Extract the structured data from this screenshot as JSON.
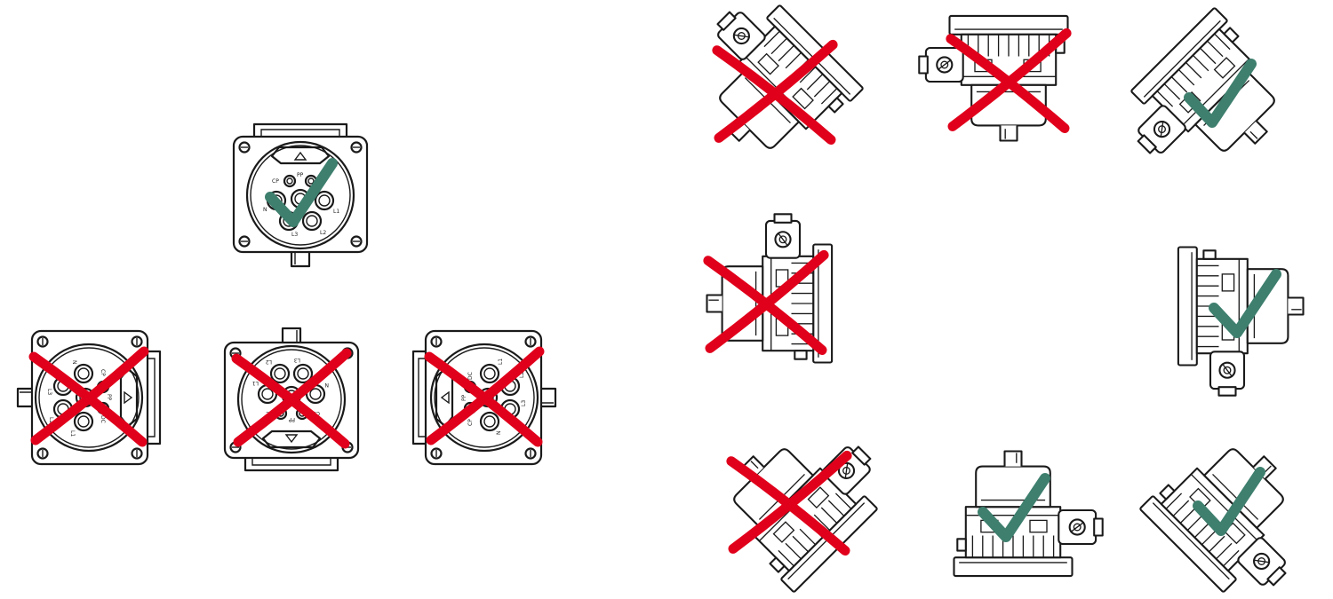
{
  "colors": {
    "line": "#1a1a1a",
    "incorrect": "#e0001b",
    "correct": "#3e7f6e",
    "background": "#ffffff"
  },
  "socket_pin_labels": [
    "CP",
    "PP",
    "DC",
    "N",
    "L1",
    "L2",
    "L3"
  ],
  "socket_views": [
    {
      "id": "socket-up",
      "rotation_deg": 0,
      "status": "correct"
    },
    {
      "id": "socket-left",
      "rotation_deg": 90,
      "status": "incorrect"
    },
    {
      "id": "socket-down",
      "rotation_deg": 180,
      "status": "incorrect"
    },
    {
      "id": "socket-right",
      "rotation_deg": 270,
      "status": "incorrect"
    }
  ],
  "side_views": [
    {
      "id": "side-upper-left",
      "rotation_deg": 45,
      "status": "incorrect"
    },
    {
      "id": "side-top",
      "rotation_deg": 0,
      "status": "incorrect"
    },
    {
      "id": "side-upper-right",
      "rotation_deg": -45,
      "status": "correct"
    },
    {
      "id": "side-left",
      "rotation_deg": 90,
      "status": "incorrect"
    },
    {
      "id": "side-right",
      "rotation_deg": -90,
      "status": "correct"
    },
    {
      "id": "side-lower-left",
      "rotation_deg": 135,
      "status": "incorrect"
    },
    {
      "id": "side-bottom",
      "rotation_deg": 180,
      "status": "correct"
    },
    {
      "id": "side-lower-right",
      "rotation_deg": -135,
      "status": "correct"
    }
  ]
}
